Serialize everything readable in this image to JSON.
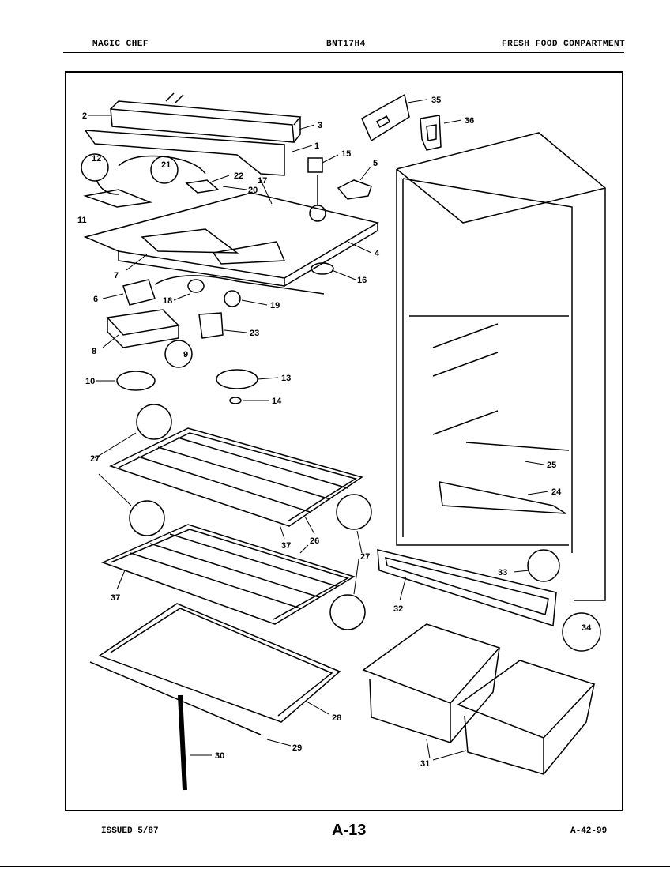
{
  "header": {
    "brand": "MAGIC CHEF",
    "model": "BNT17H4",
    "section": "FRESH FOOD COMPARTMENT"
  },
  "footer": {
    "issued": "ISSUED 5/87",
    "page": "A-13",
    "code": "A-42-99"
  },
  "callouts": [
    "1",
    "2",
    "3",
    "4",
    "5",
    "6",
    "7",
    "8",
    "9",
    "10",
    "11",
    "12",
    "13",
    "14",
    "15",
    "16",
    "17",
    "18",
    "19",
    "20",
    "21",
    "22",
    "23",
    "24",
    "25",
    "26",
    "27",
    "28",
    "29",
    "30",
    "31",
    "32",
    "33",
    "34",
    "35",
    "36",
    "37"
  ]
}
